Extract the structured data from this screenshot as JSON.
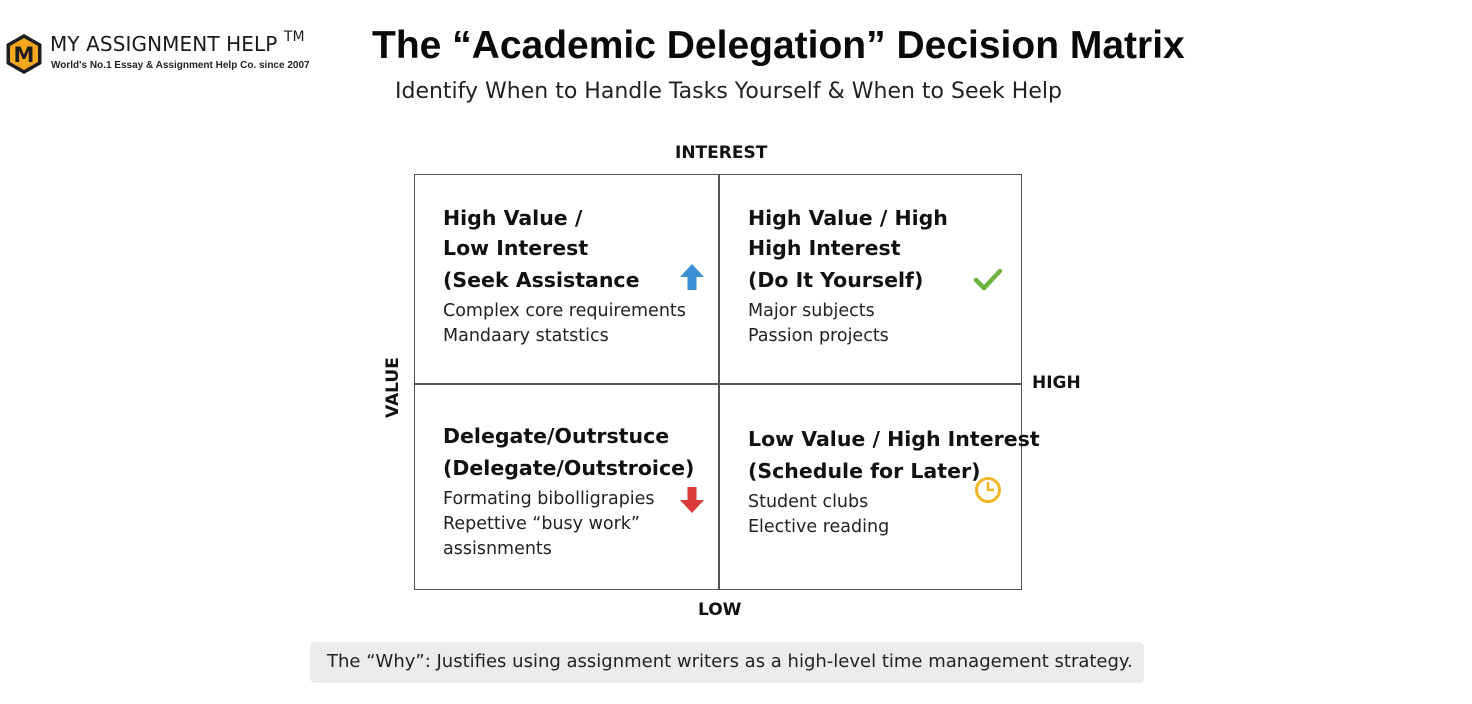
{
  "logo": {
    "badge_letter": "M",
    "name": "MY ASSIGNMENT HELP",
    "trademark": "TM",
    "tagline": "World's No.1 Essay & Assignment Help Co. since 2007",
    "colors": {
      "badge": "#f6a81c",
      "badge_ring": "#1d1d1d"
    }
  },
  "header": {
    "title": "The “Academic Delegation” Decision Matrix",
    "subtitle": "Identify When to Handle Tasks Yourself & When to Seek Help"
  },
  "axes": {
    "top": "INTEREST",
    "right": "HIGH",
    "bottom": "LOW",
    "left": "VALUE"
  },
  "quadrants": [
    {
      "heading": [
        "High Value /",
        "Low Interest",
        "(Seek Assistance"
      ],
      "items": [
        "Complex core requirements",
        "Mandaary statstics"
      ],
      "icon": "arrow-up-icon",
      "color": "#3a8fd6"
    },
    {
      "heading": [
        "High Value / High",
        "High Interest",
        "(Do It Yourself)"
      ],
      "items": [
        "Major subjects",
        "Passion projects"
      ],
      "icon": "checkmark-icon",
      "color": "#6db33f"
    },
    {
      "heading": [
        "Delegate/Outrstuce",
        "(Delegate/Outstroice)"
      ],
      "items": [
        "Formating bibolligrapies",
        "Repettive “busy work”",
        "assisnments"
      ],
      "icon": "arrow-down-icon",
      "color": "#d93a3a"
    },
    {
      "heading": [
        "Low Value / High Interest",
        "(Schedule for Later)"
      ],
      "items": [
        "Student clubs",
        "Elective reading"
      ],
      "icon": "clock-icon",
      "color": "#f2b626"
    }
  ],
  "footer": {
    "why": "The “Why”: Justifies using assignment writers as a high-level time management strategy."
  }
}
